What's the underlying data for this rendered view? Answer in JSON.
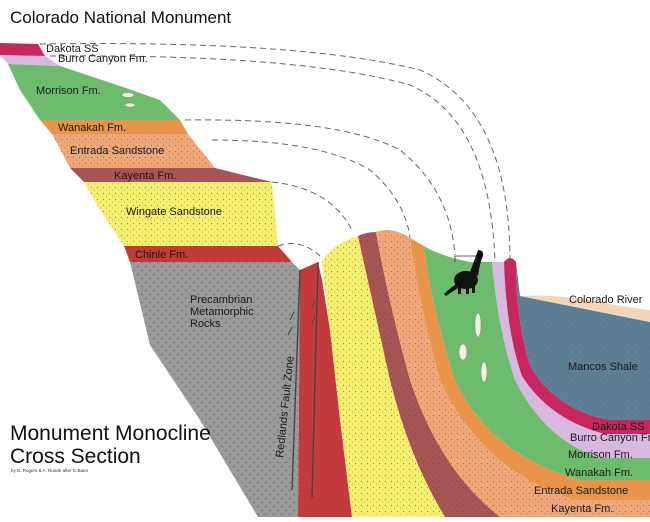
{
  "header": {
    "title": "Colorado National Monument"
  },
  "caption": {
    "line1": "Monument Monocline",
    "line2": "Cross Section",
    "credit": "by D. Rogers & A. Runde after G.Baen"
  },
  "labels_left": {
    "dakota": "Dakota SS",
    "burro": "Burro Canyon Fm.",
    "morrison": "Morrison Fm.",
    "wanakah": "Wanakah Fm.",
    "entrada": "Entrada Sandstone",
    "kayenta": "Kayenta Fm.",
    "wingate": "Wingate Sandstone",
    "chinle": "Chinle Fm.",
    "precambrian_1": "Precambrian",
    "precambrian_2": "Metamorphic",
    "precambrian_3": "Rocks",
    "fault": "Redlands Fault Zone"
  },
  "labels_right": {
    "river": "Colorado River",
    "mancos": "Mancos Shale",
    "dakota": "Dakota SS",
    "burro": "Burro Canyon Fm.",
    "morrison": "Morrison Fm.",
    "wanakah": "Wanakah Fm.",
    "entrada": "Entrada Sandstone",
    "kayenta": "Kayenta Fm."
  },
  "colors": {
    "dakota": "#c8265e",
    "burro": "#d9b8e0",
    "morrison": "#6dbb6c",
    "wanakah": "#e8944a",
    "entrada": "#f0a878",
    "kayenta": "#a85454",
    "wingate": "#f5f06e",
    "chinle": "#c23a3a",
    "precambrian": "#9a9a9a",
    "mancos": "#5d7f96",
    "river_bank": "#f3d6b8"
  },
  "icons": {
    "dinosaur": "dinosaur-icon"
  }
}
